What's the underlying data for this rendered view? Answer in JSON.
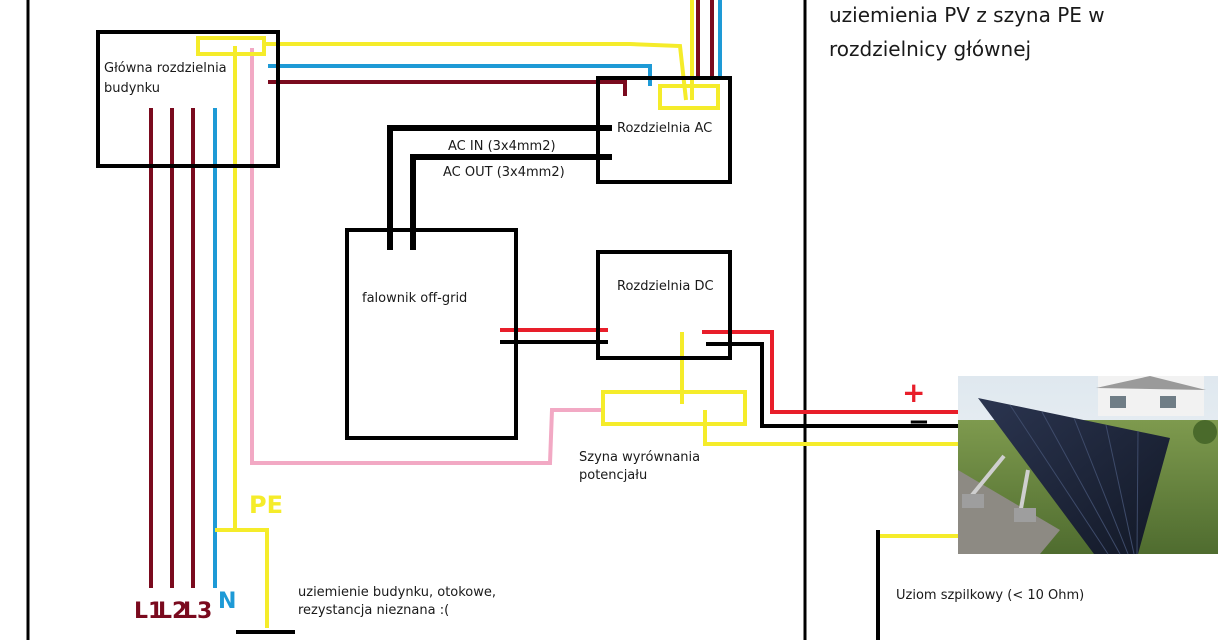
{
  "colors": {
    "phase": "#7a0a1e",
    "neutral": "#1e9ad6",
    "pe": "#f5ec2a",
    "pe_pink": "#f2a9c4",
    "dc_plus": "#e81e2a",
    "dc_minus": "#000000",
    "box": "#000000"
  },
  "boxes": {
    "main_board": "Główna rozdzielnia\nbudynku",
    "ac_board": "Rozdzielnia AC",
    "inverter": "falownik off-grid",
    "dc_board": "Rozdzielnia DC"
  },
  "labels": {
    "ac_in": "AC IN (3x4mm2)",
    "ac_out": "AC OUT (3x4mm2)",
    "busbar": "Szyna wyrównania\npotencjału",
    "pe": "PE",
    "n": "N",
    "l1": "L1",
    "l2": "L2",
    "l3": "L3",
    "building_earth": "uziemienie budynku, otokowe,\nrezystancja nieznana :(",
    "spike_earth": "Uziom szpilkowy (< 10 Ohm)",
    "plus": "+",
    "minus": "−"
  },
  "title": "uziemienia PV z szyna PE w\nrozdzielnicy głównej",
  "photo": {
    "icon": "solar-panel-photo-icon"
  }
}
